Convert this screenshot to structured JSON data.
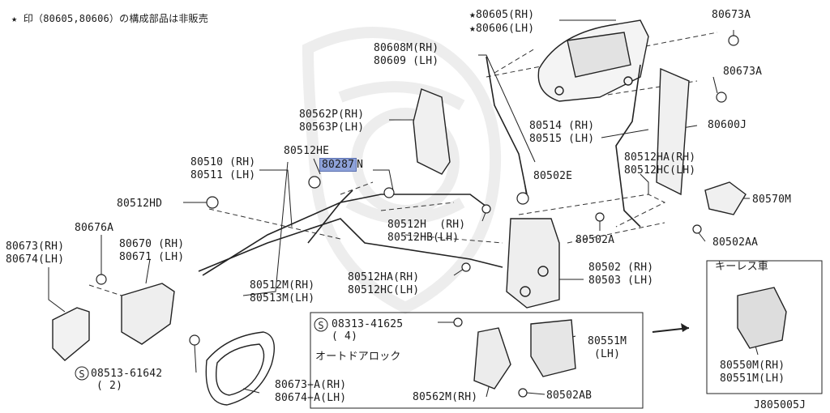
{
  "header": {
    "note": "★ 印（80605,80606）の構成部品は非販売"
  },
  "labels": {
    "p80605": "★80605(RH)",
    "p80606": "★80606(LH)",
    "p80673a_top": "80673A",
    "p80673a_mid": "80673A",
    "p80608m": "80608M(RH)",
    "p80609": "80609 (LH)",
    "p80562p": "80562P(RH)",
    "p80563p": "80563P(LH)",
    "p80514": "80514 (RH)",
    "p80515": "80515 (LH)",
    "p80600j": "80600J",
    "p80512he": "80512HE",
    "p80287_hl": "80287",
    "p80287_n": "N",
    "p80510": "80510 (RH)",
    "p80511": "80511 (LH)",
    "p80512hd": "80512HD",
    "p80502e": "80502E",
    "p80512ha_r": "80512HA(RH)",
    "p80512hc_r": "80512HC(LH)",
    "p80570m": "80570M",
    "p80676a": "80676A",
    "p80512h": "80512H  (RH)",
    "p80512hb": "80512HB(LH)",
    "p80502a": "80502A",
    "p80502aa": "80502AA",
    "p80673rh": "80673(RH)",
    "p80674lh": "80674(LH)",
    "p80670": "80670 (RH)",
    "p80671": "80671 (LH)",
    "p80512ha_l": "80512HA(RH)",
    "p80512hc_l": "80512HC(LH)",
    "p80502": "80502 (RH)",
    "p80503": "80503 (LH)",
    "p80512m": "80512M(RH)",
    "p80513m": "80513M(LH)",
    "keyless_title": "キーレス車",
    "p08313": "08313-41625",
    "p08313_qty": "( 4)",
    "p80551m": "80551M",
    "p80551m_lh": "(LH)",
    "autolock": "オートドアロック",
    "p08513": "08513-61642",
    "p08513_qty": "( 2)",
    "p80673a_rh": "80673+A(RH)",
    "p80674a_lh": "80674+A(LH)",
    "p80562m": "80562M(RH)",
    "p80502ab": "80502AB",
    "p80550m_k": "80550M(RH)",
    "p80551m_k": "80551M(LH)",
    "diagram_code": "J805005J"
  },
  "markers": {
    "circled_s": "S"
  }
}
